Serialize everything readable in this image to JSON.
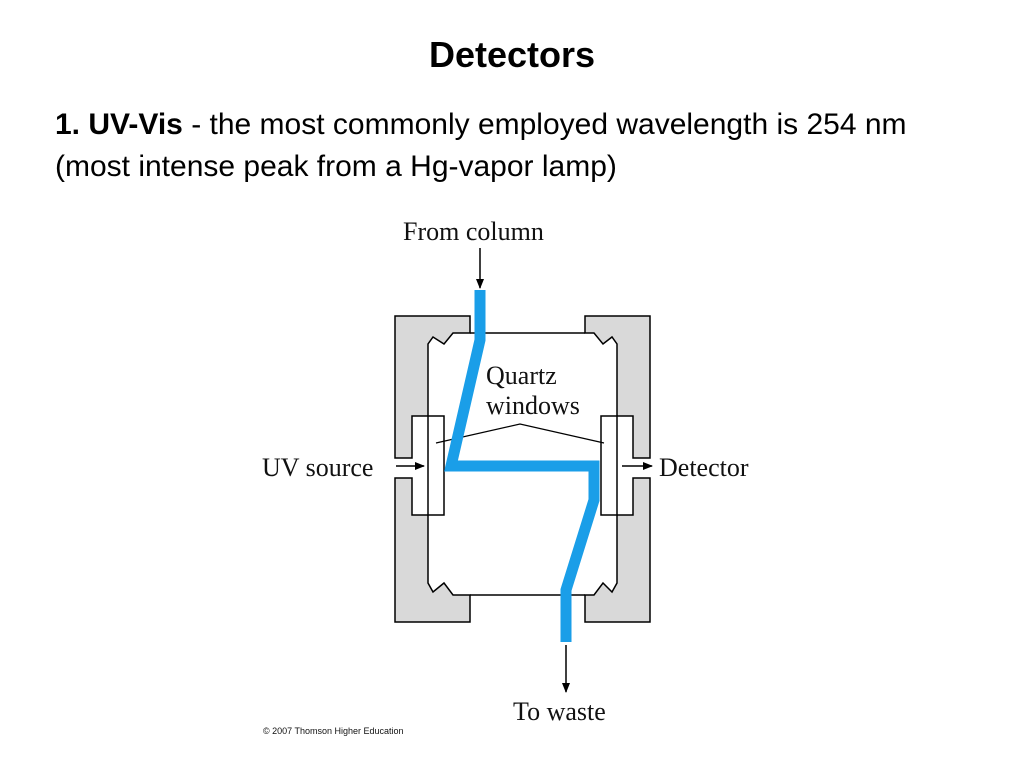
{
  "slide": {
    "title": "Detectors",
    "bullet_lead": "1. UV-Vis",
    "bullet_text": " - the most commonly employed wavelength is 254 nm (most intense peak from a Hg-vapor lamp)"
  },
  "diagram": {
    "labels": {
      "from_column": "From column",
      "quartz_line1": "Quartz",
      "quartz_line2": "windows",
      "uv_source": "UV source",
      "detector": "Detector",
      "to_waste": "To waste"
    },
    "copyright": "© 2007 Thomson Higher Education",
    "colors": {
      "flow_path": "#1a9ee8",
      "cell_block": "#d9d9d9",
      "outline": "#000000"
    }
  }
}
